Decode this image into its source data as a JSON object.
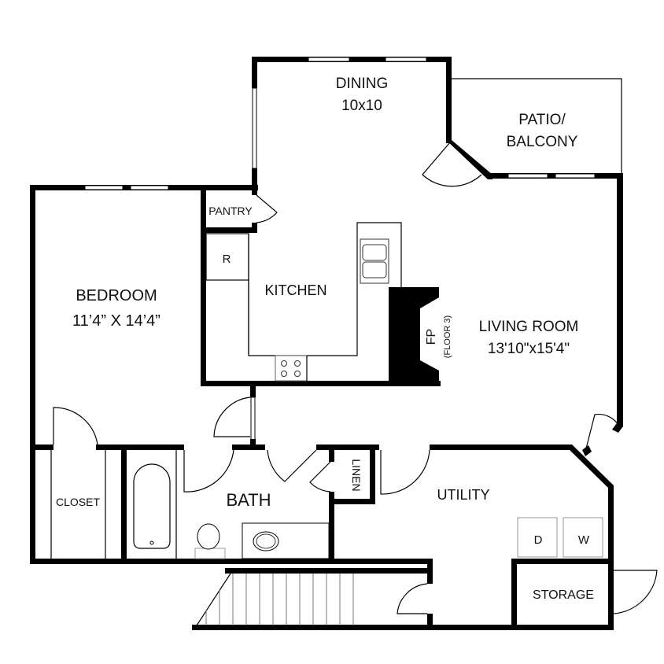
{
  "plan": {
    "type": "apartment floor plan",
    "wall_color": "#000000",
    "background": "#ffffff"
  },
  "rooms": {
    "dining": {
      "name": "DINING",
      "size": "10x10"
    },
    "patio": {
      "name_line1": "PATIO/",
      "name_line2": "BALCONY"
    },
    "bedroom": {
      "name": "BEDROOM",
      "size": "11’4” X 14’4”"
    },
    "pantry": {
      "name": "PANTRY"
    },
    "kitchen": {
      "name": "KITCHEN"
    },
    "living": {
      "name": "LIVING ROOM",
      "size": "13'10\"x15'4\""
    },
    "closet": {
      "name": "CLOSET"
    },
    "bath": {
      "name": "BATH"
    },
    "linen": {
      "name": "LINEN"
    },
    "utility": {
      "name": "UTILITY"
    },
    "storage": {
      "name": "STORAGE"
    }
  },
  "fixtures": {
    "refrigerator": "R",
    "fireplace": "FP",
    "fireplace_note": "(FLOOR 3)",
    "dryer": "D",
    "washer": "W"
  }
}
